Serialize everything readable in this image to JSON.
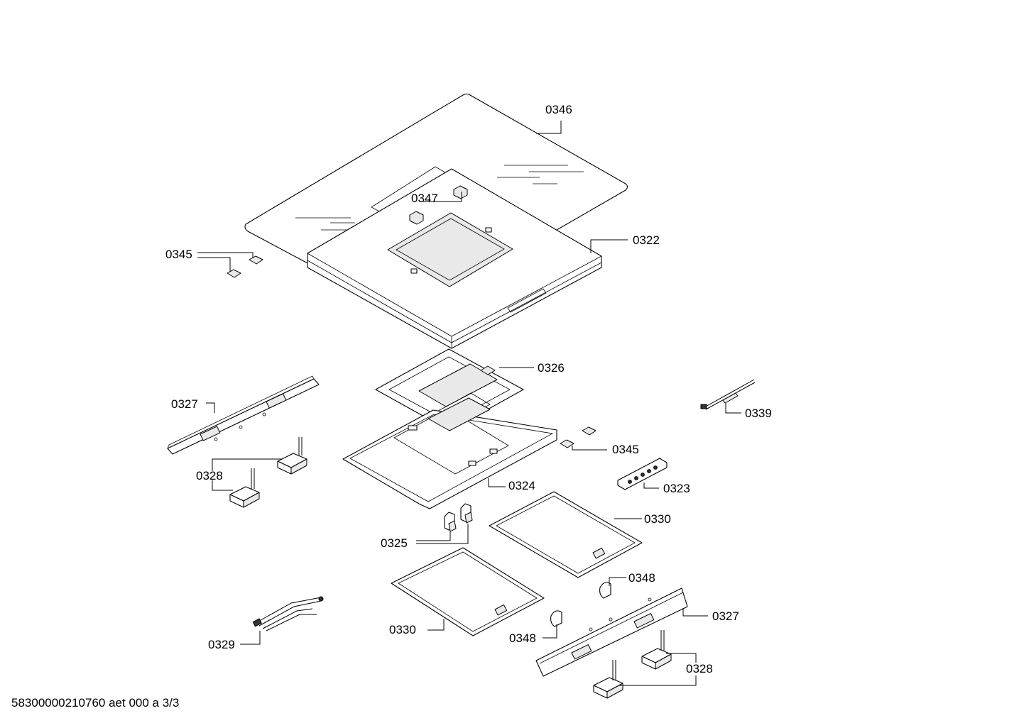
{
  "labels": {
    "p0346": "0346",
    "p0347": "0347",
    "p0345a": "0345",
    "p0322": "0322",
    "p0326": "0326",
    "p0327a": "0327",
    "p0339": "0339",
    "p0345b": "0345",
    "p0328a": "0328",
    "p0324": "0324",
    "p0323": "0323",
    "p0330a": "0330",
    "p0325": "0325",
    "p0348a": "0348",
    "p0330b": "0330",
    "p0327b": "0327",
    "p0348b": "0348",
    "p0329": "0329",
    "p0328b": "0328"
  },
  "footer": {
    "doc_code": "58300000210760 aet 000 a 3/3"
  }
}
